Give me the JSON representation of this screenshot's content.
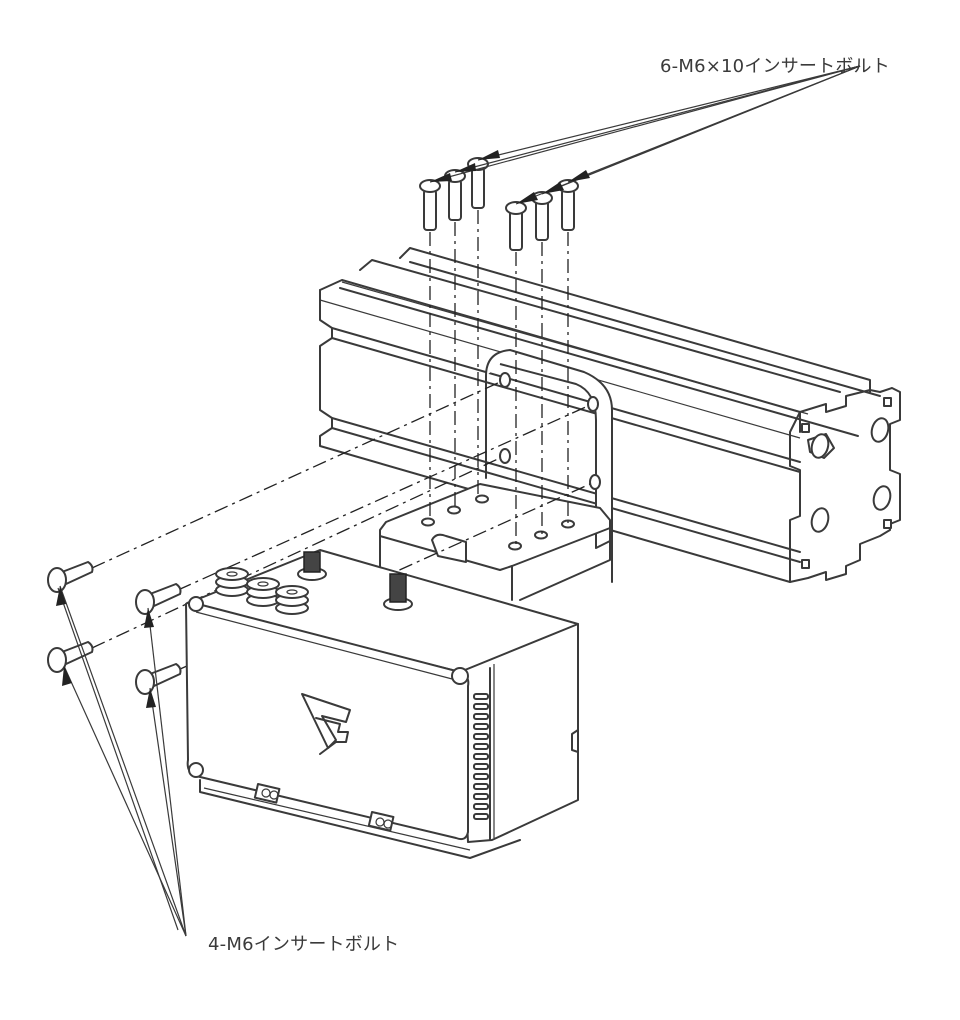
{
  "diagram": {
    "title": "Bracket mounting exploded view",
    "labels": {
      "top_callout": "6-M6×10インサートボルト",
      "bottom_callout": "4-M6インサートボルト"
    },
    "parts": [
      {
        "name": "aluminum-extrusion-profile"
      },
      {
        "name": "l-mounting-bracket"
      },
      {
        "name": "device-enclosure"
      },
      {
        "name": "insert-bolt-m6x10",
        "count": 6
      },
      {
        "name": "insert-bolt-m6",
        "count": 4
      }
    ],
    "colors": {
      "line": "#3a3a3a",
      "background": "#ffffff",
      "text": "#3a3a3a"
    }
  }
}
